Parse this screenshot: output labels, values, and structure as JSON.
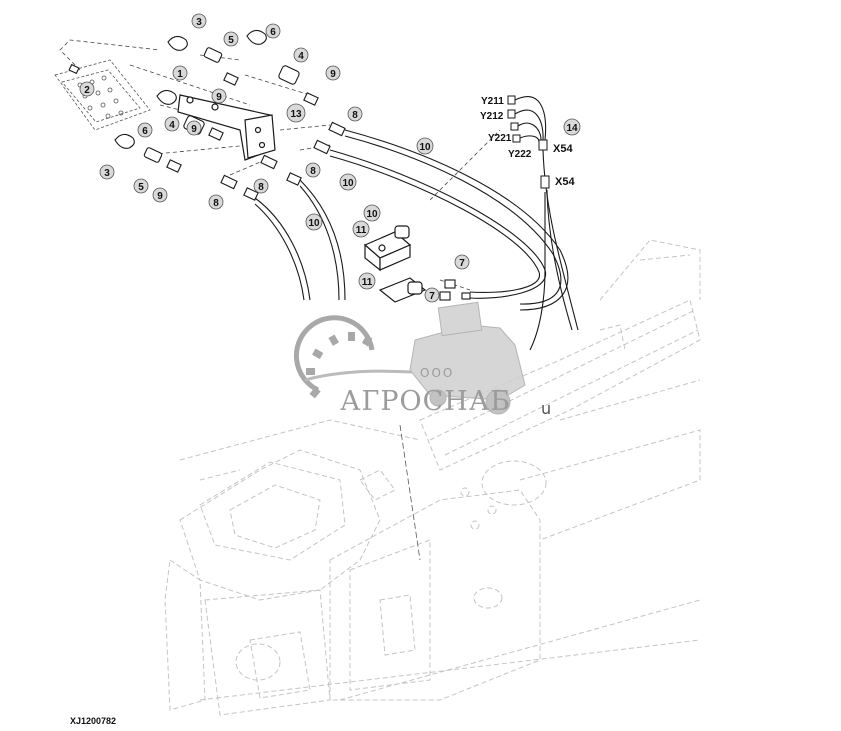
{
  "figure_id": "XJ1200782",
  "callouts": [
    "1",
    "2",
    "3",
    "4",
    "5",
    "6",
    "7",
    "8",
    "9",
    "10",
    "11",
    "13",
    "14"
  ],
  "connectors": {
    "Y211": "Y211",
    "Y212": "Y212",
    "Y221": "Y221",
    "Y222": "Y222",
    "X54": "X54"
  },
  "watermark": {
    "prefix": "ООО",
    "name": "АГРОСНАБ",
    "suffix": "u"
  },
  "colors": {
    "line": "#1a1a1a",
    "ghost": "#bdbdbd",
    "watermark": "#8a8a8a",
    "callout_fill": "#d9d9d9"
  }
}
